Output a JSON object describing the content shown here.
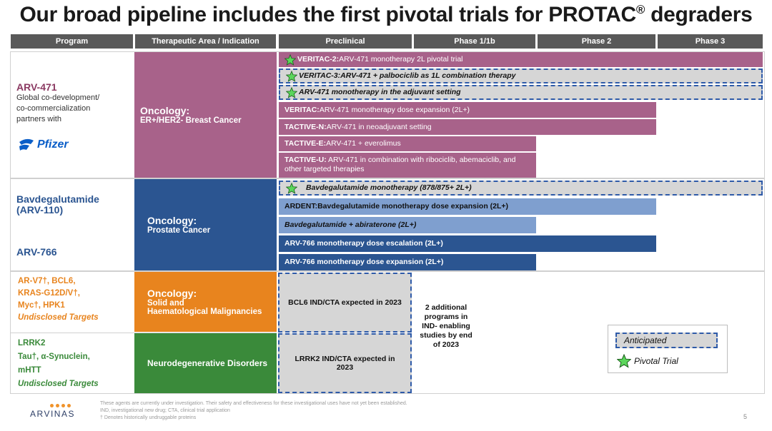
{
  "title": "Our broad pipeline includes the first pivotal trials for PROTAC",
  "title_reg": "®",
  "title_tail": " degraders",
  "headers": {
    "program": "Program",
    "area": "Therapeutic Area / Indication",
    "preclinical": "Preclinical",
    "phase1": "Phase 1/1b",
    "phase2": "Phase 2",
    "phase3": "Phase 3"
  },
  "programs": {
    "arv471": {
      "name": "ARV-471",
      "partner_text_1": "Global co-development/",
      "partner_text_2": "co-commercialization",
      "partner_text_3": "partners with",
      "partner_logo": "Pfizer"
    },
    "bavde": {
      "name_1": "Bavdegalutamide",
      "name_2": "(ARV-110)"
    },
    "arv766": {
      "name": "ARV-766"
    },
    "onc_targets": {
      "l1": "AR-V7†, BCL6,",
      "l2": "KRAS-G12D/V†,",
      "l3": "Myc†, HPK1",
      "l4": "Undisclosed Targets"
    },
    "neuro_targets": {
      "l1": "LRRK2",
      "l2": "Tau†, α-Synuclein,",
      "l3": "mHTT",
      "l4": "Undisclosed Targets"
    }
  },
  "areas": {
    "breast": {
      "main": "Oncology:",
      "sub": "ER+/HER2- Breast Cancer",
      "color": "#a8628a"
    },
    "prostate": {
      "main": "Oncology:",
      "sub": "Prostate Cancer",
      "color": "#2b5591"
    },
    "solid": {
      "main": "Oncology:",
      "sub1": "Solid and",
      "sub2": "Haematological Malignancies",
      "color": "#e8841e"
    },
    "neuro": {
      "main": "Neurodegenerative Disorders",
      "color": "#3a8a3a"
    }
  },
  "trials": {
    "t1_bold": "VERITAC-2:",
    "t1_rest": " ARV-471 monotherapy 2L pivotal trial",
    "t2_bold": "VERITAC-3:",
    "t2_rest": " ARV-471 + palbociclib as 1L combination therapy",
    "t3": "ARV-471 monotherapy in the adjuvant setting",
    "t4_bold": "VERITAC:",
    "t4_rest": " ARV-471 monotherapy dose expansion (2L+)",
    "t5_bold": "TACTIVE-N:",
    "t5_rest": " ARV-471 in neoadjuvant setting",
    "t6_bold": "TACTIVE-E:",
    "t6_rest": " ARV-471 + everolimus",
    "t7_bold": "TACTIVE-U:",
    "t7_rest": " ARV-471 in combination with ribociclib, abemaciclib, and",
    "t7_line2": "other targeted therapies",
    "t8": "Bavdegalutamide monotherapy (878/875+ 2L+)",
    "t9_bold": "ARDENT:",
    "t9_rest": " Bavdegalutamide monotherapy dose expansion (2L+)",
    "t10": "Bavdegalutamide + abiraterone (2L+)",
    "t11": "ARV-766 monotherapy dose escalation (2L+)",
    "t12": "ARV-766 monotherapy dose expansion (2L+)"
  },
  "boxes": {
    "bcl6": "BCL6 IND/CTA expected in 2023",
    "lrrk2_1": "LRRK2 IND/CTA expected in",
    "lrrk2_2": "2023",
    "additional_1": "2 additional",
    "additional_2": "programs in",
    "additional_3": "IND- enabling",
    "additional_4": "studies by end",
    "additional_5": "of 2023"
  },
  "legend": {
    "anticipated": "Anticipated",
    "pivotal": "Pivotal Trial"
  },
  "footer": {
    "logo": "ARVINAS",
    "note1": "These agents are currently under investigation. Their safety and effectiveness for these investigational uses have not yet been established.",
    "note2": "IND, investigational new drug; CTA, clinical trial application",
    "note3": "† Denotes historically undruggable proteins",
    "page": "5"
  },
  "colors": {
    "purple_bar": "#a8628a",
    "navy_bar": "#2b5591",
    "light_blue_bar": "#7f9fcf",
    "anticipated_fill": "#d6d6d6",
    "dashed_border": "#2e5aa8",
    "star_fill": "#5bd65b"
  }
}
